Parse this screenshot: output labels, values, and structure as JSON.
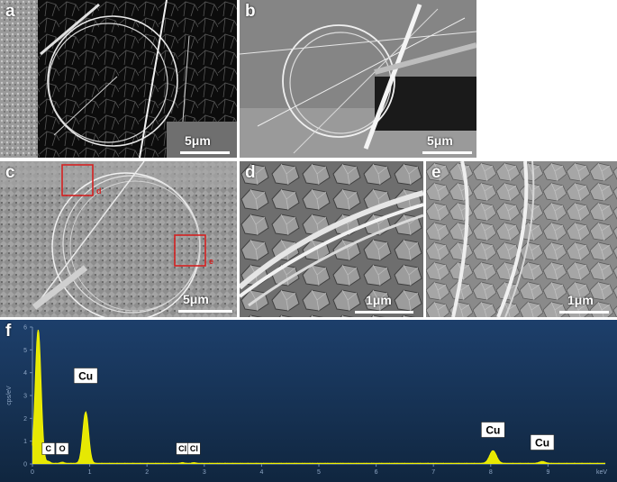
{
  "panels": {
    "a": {
      "label": "a",
      "scale": "5μm"
    },
    "b": {
      "label": "b",
      "scale": "5μm"
    },
    "c": {
      "label": "c",
      "scale": "5μm",
      "box_d": "d",
      "box_e": "e"
    },
    "d": {
      "label": "d",
      "scale": "1μm"
    },
    "e": {
      "label": "e",
      "scale": "1μm"
    },
    "f": {
      "label": "f"
    }
  },
  "colors": {
    "spectrum": "#f2f200",
    "background": "#1c3e66"
  },
  "chart_data": {
    "type": "line",
    "title": "",
    "xlabel": "keV",
    "ylabel": "cps/eV",
    "xlim": [
      0,
      10
    ],
    "ylim": [
      0,
      6
    ],
    "x_ticks": [
      "0",
      "1",
      "2",
      "3",
      "4",
      "5",
      "6",
      "7",
      "8",
      "9"
    ],
    "y_ticks": [
      "0",
      "1",
      "2",
      "3",
      "4",
      "5",
      "6"
    ],
    "peaks": [
      {
        "x": 0.1,
        "y": 5.85
      },
      {
        "x": 0.28,
        "y": 0.08
      },
      {
        "x": 0.52,
        "y": 0.05
      },
      {
        "x": 0.93,
        "y": 2.25
      },
      {
        "x": 2.62,
        "y": 0.03
      },
      {
        "x": 2.82,
        "y": 0.03
      },
      {
        "x": 8.04,
        "y": 0.55
      },
      {
        "x": 8.9,
        "y": 0.08
      }
    ],
    "annotations": [
      {
        "text": "Cu",
        "x": 0.93
      },
      {
        "text": "C",
        "x": 0.28
      },
      {
        "text": "O",
        "x": 0.52
      },
      {
        "text": "Cl",
        "x": 2.62
      },
      {
        "text": "Cl",
        "x": 2.82
      },
      {
        "text": "Cu",
        "x": 8.04
      },
      {
        "text": "Cu",
        "x": 8.9
      }
    ]
  }
}
